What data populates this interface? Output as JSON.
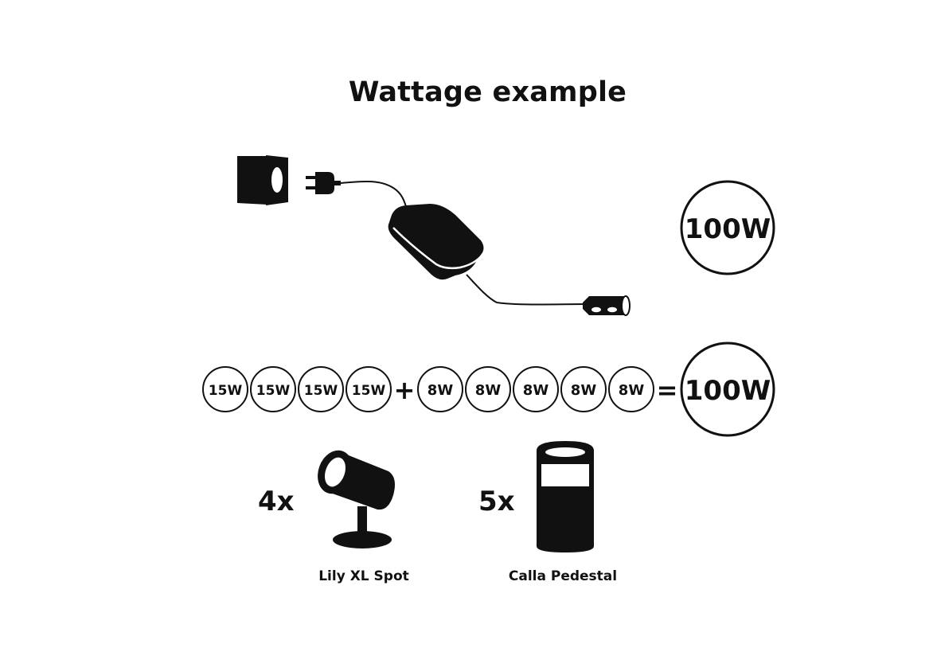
{
  "title": "Wattage example",
  "power_supply": {
    "rating": "100W"
  },
  "equation": {
    "spot_watts": [
      "15W",
      "15W",
      "15W",
      "15W"
    ],
    "plus": "+",
    "pedestal_watts": [
      "8W",
      "8W",
      "8W",
      "8W",
      "8W"
    ],
    "equals": "=",
    "total": "100W"
  },
  "products": [
    {
      "qty": "4x",
      "name": "Lily XL Spot",
      "icon": "spotlight-icon"
    },
    {
      "qty": "5x",
      "name": "Calla Pedestal",
      "icon": "pedestal-light-icon"
    }
  ]
}
